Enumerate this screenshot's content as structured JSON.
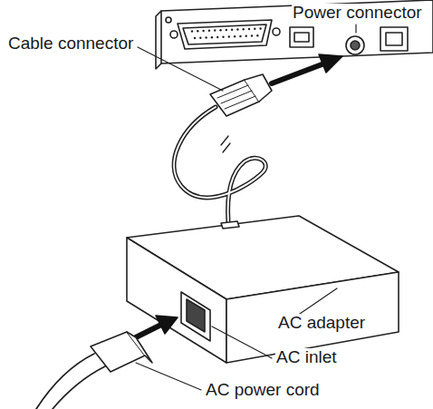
{
  "diagram": {
    "labels": [
      "Power connector",
      "Cable connector",
      "AC adapter",
      "AC inlet",
      "AC power cord"
    ]
  }
}
